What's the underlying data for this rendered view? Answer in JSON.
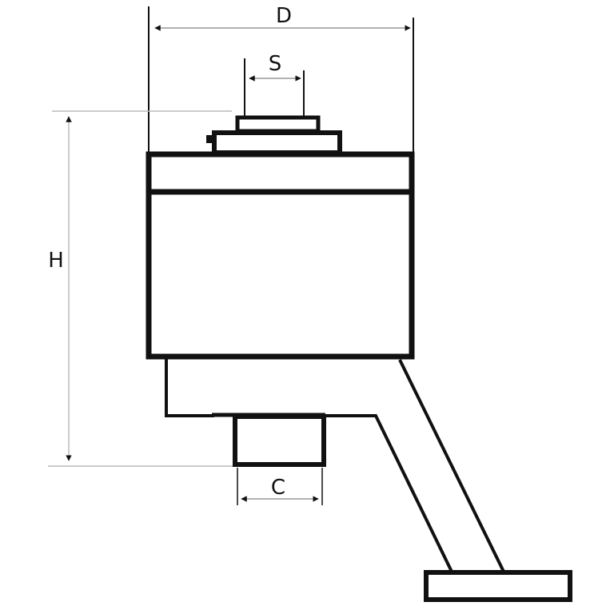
{
  "labels": {
    "diameter": "D",
    "square_drive": "S",
    "height": "H",
    "center_offset": "C"
  },
  "colors": {
    "line": "#111111",
    "dimension_guide": "#b0b0b0"
  }
}
